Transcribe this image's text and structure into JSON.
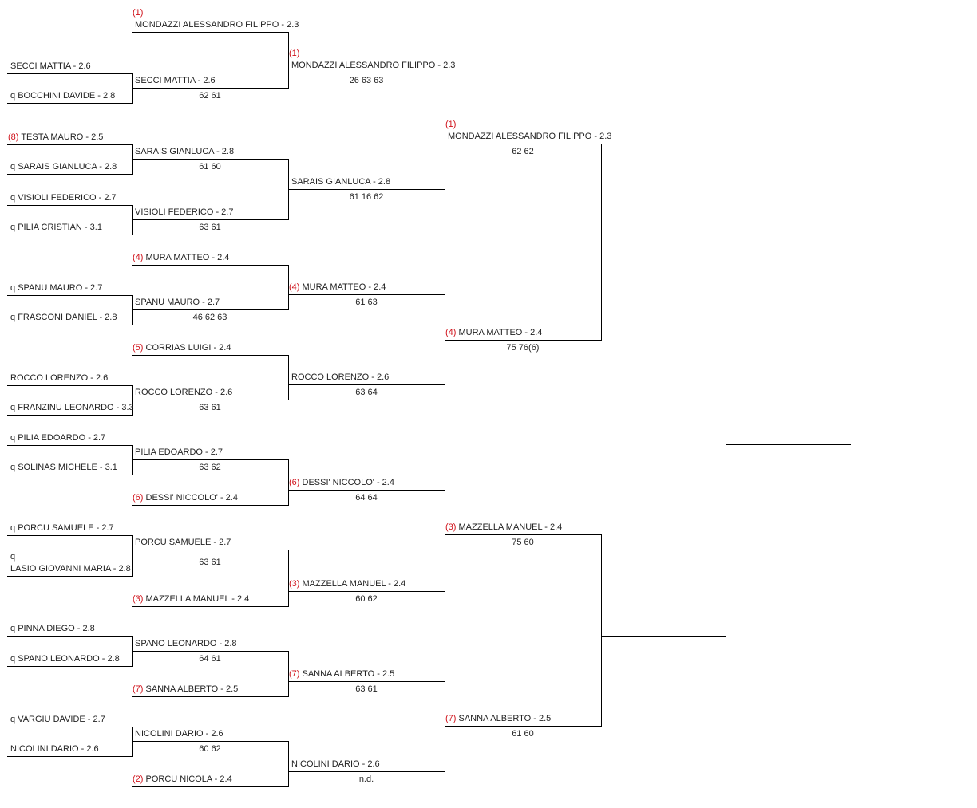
{
  "colors": {
    "seed": "#d0121b",
    "text": "#222222",
    "line": "#000000"
  },
  "rounds": [
    {
      "entries": [
        {
          "seed": "",
          "q": "",
          "name": "SECCI MATTIA - 2.6"
        },
        {
          "seed": "",
          "q": "q",
          "name": "BOCCHINI DAVIDE - 2.8"
        },
        {
          "seed": "(8)",
          "q": "",
          "name": "TESTA MAURO - 2.5"
        },
        {
          "seed": "",
          "q": "q",
          "name": "SARAIS GIANLUCA - 2.8"
        },
        {
          "seed": "",
          "q": "q",
          "name": "VISIOLI FEDERICO - 2.7"
        },
        {
          "seed": "",
          "q": "q",
          "name": "PILIA CRISTIAN - 3.1"
        },
        {
          "seed": "",
          "q": "q",
          "name": "SPANU MAURO - 2.7"
        },
        {
          "seed": "",
          "q": "q",
          "name": "FRASCONI DANIEL - 2.8"
        },
        {
          "seed": "",
          "q": "",
          "name": "ROCCO LORENZO - 2.6"
        },
        {
          "seed": "",
          "q": "q",
          "name": "FRANZINU LEONARDO - 3.3"
        },
        {
          "seed": "",
          "q": "q",
          "name": "PILIA EDOARDO - 2.7"
        },
        {
          "seed": "",
          "q": "q",
          "name": "SOLINAS MICHELE - 3.1"
        },
        {
          "seed": "",
          "q": "q",
          "name": "PORCU SAMUELE - 2.7"
        },
        {
          "seed": "",
          "q": "q",
          "name": "LASIO GIOVANNI MARIA - 2.8"
        },
        {
          "seed": "",
          "q": "q",
          "name": "PINNA DIEGO - 2.8"
        },
        {
          "seed": "",
          "q": "q",
          "name": "SPANO LEONARDO - 2.8"
        },
        {
          "seed": "",
          "q": "q",
          "name": "VARGIU DAVIDE - 2.7"
        },
        {
          "seed": "",
          "q": "",
          "name": "NICOLINI DARIO - 2.6"
        }
      ]
    },
    {
      "entries": [
        {
          "seed": "(1)",
          "name": "MONDAZZI ALESSANDRO FILIPPO - 2.3",
          "score": ""
        },
        {
          "seed": "",
          "name": "SECCI MATTIA - 2.6",
          "score": "62 61"
        },
        {
          "seed": "",
          "name": "SARAIS GIANLUCA - 2.8",
          "score": "61 60"
        },
        {
          "seed": "",
          "name": "VISIOLI FEDERICO - 2.7",
          "score": "63 61"
        },
        {
          "seed": "(4)",
          "name": "MURA MATTEO - 2.4",
          "score": ""
        },
        {
          "seed": "",
          "name": "SPANU MAURO - 2.7",
          "score": "46 62 63"
        },
        {
          "seed": "(5)",
          "name": "CORRIAS LUIGI - 2.4",
          "score": ""
        },
        {
          "seed": "",
          "name": "ROCCO LORENZO - 2.6",
          "score": "63 61"
        },
        {
          "seed": "",
          "name": "PILIA EDOARDO - 2.7",
          "score": "63 62"
        },
        {
          "seed": "(6)",
          "name": "DESSI' NICCOLO' - 2.4",
          "score": ""
        },
        {
          "seed": "",
          "name": "PORCU SAMUELE - 2.7",
          "score": "63 61"
        },
        {
          "seed": "(3)",
          "name": "MAZZELLA MANUEL - 2.4",
          "score": ""
        },
        {
          "seed": "",
          "name": "SPANO LEONARDO - 2.8",
          "score": "64 61"
        },
        {
          "seed": "(7)",
          "name": "SANNA ALBERTO - 2.5",
          "score": ""
        },
        {
          "seed": "",
          "name": "NICOLINI DARIO - 2.6",
          "score": "60 62"
        },
        {
          "seed": "(2)",
          "name": "PORCU NICOLA - 2.4",
          "score": ""
        }
      ]
    },
    {
      "entries": [
        {
          "seed": "(1)",
          "name": "MONDAZZI ALESSANDRO FILIPPO - 2.3",
          "score": "26 63 63"
        },
        {
          "seed": "",
          "name": "SARAIS GIANLUCA - 2.8",
          "score": "61 16 62"
        },
        {
          "seed": "(4)",
          "name": "MURA MATTEO - 2.4",
          "score": "61 63"
        },
        {
          "seed": "",
          "name": "ROCCO LORENZO - 2.6",
          "score": "63 64"
        },
        {
          "seed": "(6)",
          "name": "DESSI' NICCOLO' - 2.4",
          "score": "64 64"
        },
        {
          "seed": "(3)",
          "name": "MAZZELLA MANUEL - 2.4",
          "score": "60 62"
        },
        {
          "seed": "(7)",
          "name": "SANNA ALBERTO - 2.5",
          "score": "63 61"
        },
        {
          "seed": "",
          "name": "NICOLINI DARIO - 2.6",
          "score": "n.d."
        }
      ]
    },
    {
      "entries": [
        {
          "seed": "(1)",
          "name": "MONDAZZI ALESSANDRO FILIPPO - 2.3",
          "score": "62 62"
        },
        {
          "seed": "(4)",
          "name": "MURA MATTEO - 2.4",
          "score": "75 76(6)"
        },
        {
          "seed": "(3)",
          "name": "MAZZELLA MANUEL - 2.4",
          "score": "75 60"
        },
        {
          "seed": "(7)",
          "name": "SANNA ALBERTO - 2.5",
          "score": "61 60"
        }
      ]
    }
  ]
}
